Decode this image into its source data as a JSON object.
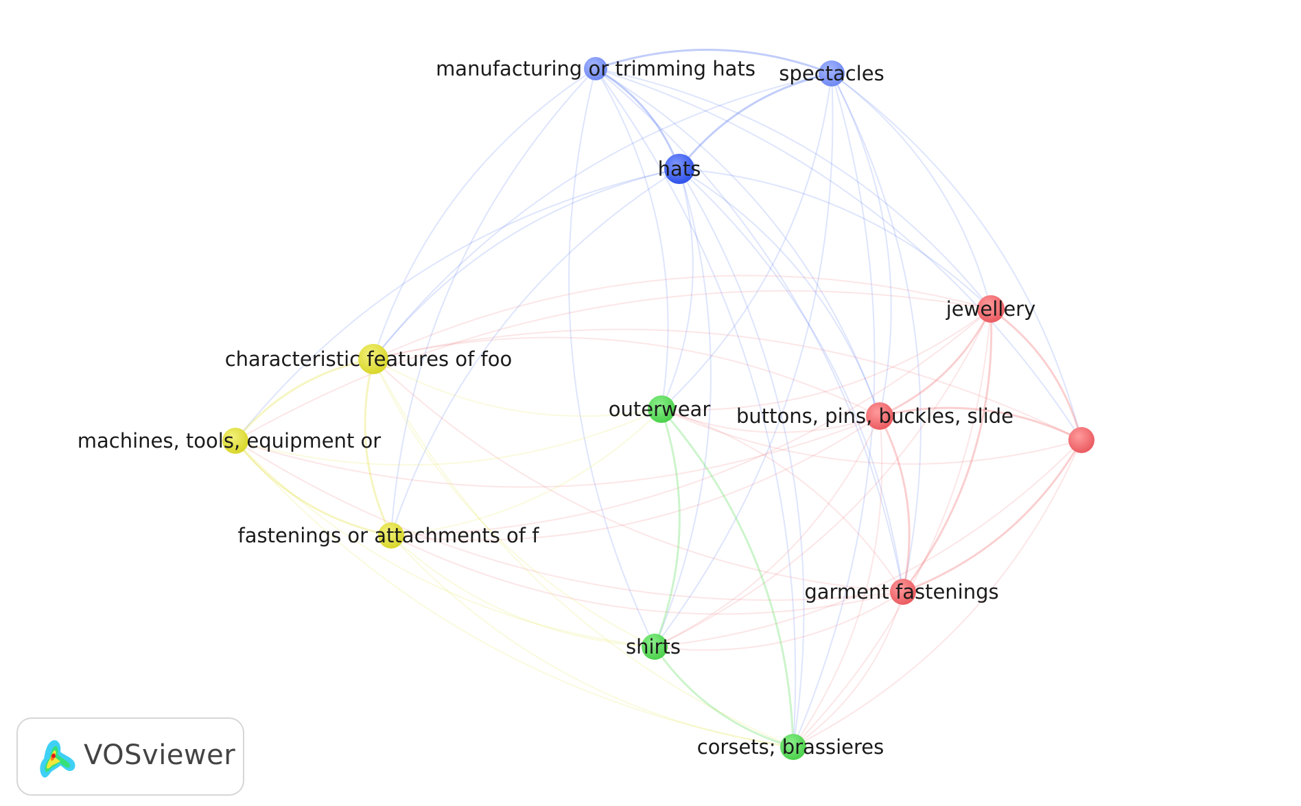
{
  "app": {
    "name": "VOSviewer"
  },
  "colors": {
    "cluster_blue": "#3d63f0",
    "cluster_red": "#f06a6e",
    "cluster_green": "#5fdc5f",
    "cluster_yellow": "#e3e13c",
    "label": "#1a1a1a"
  },
  "nodes": [
    {
      "id": "manufacturing",
      "label": "manufacturing or trimming hats",
      "cluster": "blue"
    },
    {
      "id": "spectacles",
      "label": "spectacles",
      "cluster": "blue"
    },
    {
      "id": "hats",
      "label": "hats",
      "cluster": "blue"
    },
    {
      "id": "jewellery",
      "label": "jewellery",
      "cluster": "red"
    },
    {
      "id": "characteristic",
      "label": "characteristic features of foo",
      "cluster": "yellow"
    },
    {
      "id": "outerwear",
      "label": "outerwear",
      "cluster": "green"
    },
    {
      "id": "buttons",
      "label": "buttons, pins, buckles, slide",
      "cluster": "red"
    },
    {
      "id": "unlabeled_red",
      "label": "",
      "cluster": "red"
    },
    {
      "id": "machines",
      "label": "machines, tools, equipment or",
      "cluster": "yellow"
    },
    {
      "id": "fastenings",
      "label": "fastenings or attachments of f",
      "cluster": "yellow"
    },
    {
      "id": "garment",
      "label": "garment fastenings",
      "cluster": "red"
    },
    {
      "id": "shirts",
      "label": "shirts",
      "cluster": "green"
    },
    {
      "id": "corsets",
      "label": "corsets; brassieres",
      "cluster": "green"
    }
  ],
  "links": [
    [
      "manufacturing",
      "hats"
    ],
    [
      "manufacturing",
      "spectacles"
    ],
    [
      "spectacles",
      "hats"
    ],
    [
      "hats",
      "characteristic"
    ],
    [
      "hats",
      "machines"
    ],
    [
      "hats",
      "outerwear"
    ],
    [
      "hats",
      "buttons"
    ],
    [
      "hats",
      "jewellery"
    ],
    [
      "hats",
      "garment"
    ],
    [
      "hats",
      "shirts"
    ],
    [
      "hats",
      "corsets"
    ],
    [
      "hats",
      "fastenings"
    ],
    [
      "manufacturing",
      "characteristic"
    ],
    [
      "manufacturing",
      "outerwear"
    ],
    [
      "manufacturing",
      "shirts"
    ],
    [
      "manufacturing",
      "buttons"
    ],
    [
      "manufacturing",
      "jewellery"
    ],
    [
      "manufacturing",
      "garment"
    ],
    [
      "manufacturing",
      "corsets"
    ],
    [
      "manufacturing",
      "fastenings"
    ],
    [
      "manufacturing",
      "unlabeled_red"
    ],
    [
      "spectacles",
      "jewellery"
    ],
    [
      "spectacles",
      "buttons"
    ],
    [
      "spectacles",
      "outerwear"
    ],
    [
      "spectacles",
      "garment"
    ],
    [
      "spectacles",
      "unlabeled_red"
    ],
    [
      "spectacles",
      "shirts"
    ],
    [
      "spectacles",
      "corsets"
    ],
    [
      "spectacles",
      "characteristic"
    ],
    [
      "jewellery",
      "buttons"
    ],
    [
      "jewellery",
      "unlabeled_red"
    ],
    [
      "jewellery",
      "garment"
    ],
    [
      "jewellery",
      "outerwear"
    ],
    [
      "jewellery",
      "characteristic"
    ],
    [
      "jewellery",
      "machines"
    ],
    [
      "jewellery",
      "fastenings"
    ],
    [
      "jewellery",
      "shirts"
    ],
    [
      "jewellery",
      "corsets"
    ],
    [
      "buttons",
      "unlabeled_red"
    ],
    [
      "buttons",
      "garment"
    ],
    [
      "buttons",
      "outerwear"
    ],
    [
      "buttons",
      "characteristic"
    ],
    [
      "buttons",
      "machines"
    ],
    [
      "buttons",
      "fastenings"
    ],
    [
      "buttons",
      "shirts"
    ],
    [
      "buttons",
      "corsets"
    ],
    [
      "unlabeled_red",
      "garment"
    ],
    [
      "unlabeled_red",
      "outerwear"
    ],
    [
      "unlabeled_red",
      "shirts"
    ],
    [
      "unlabeled_red",
      "corsets"
    ],
    [
      "unlabeled_red",
      "characteristic"
    ],
    [
      "garment",
      "outerwear"
    ],
    [
      "garment",
      "shirts"
    ],
    [
      "garment",
      "corsets"
    ],
    [
      "garment",
      "characteristic"
    ],
    [
      "garment",
      "fastenings"
    ],
    [
      "garment",
      "machines"
    ],
    [
      "characteristic",
      "machines"
    ],
    [
      "characteristic",
      "fastenings"
    ],
    [
      "characteristic",
      "outerwear"
    ],
    [
      "characteristic",
      "shirts"
    ],
    [
      "characteristic",
      "corsets"
    ],
    [
      "machines",
      "fastenings"
    ],
    [
      "machines",
      "outerwear"
    ],
    [
      "machines",
      "shirts"
    ],
    [
      "machines",
      "corsets"
    ],
    [
      "fastenings",
      "outerwear"
    ],
    [
      "fastenings",
      "shirts"
    ],
    [
      "fastenings",
      "corsets"
    ],
    [
      "outerwear",
      "shirts"
    ],
    [
      "outerwear",
      "corsets"
    ],
    [
      "shirts",
      "corsets"
    ]
  ]
}
